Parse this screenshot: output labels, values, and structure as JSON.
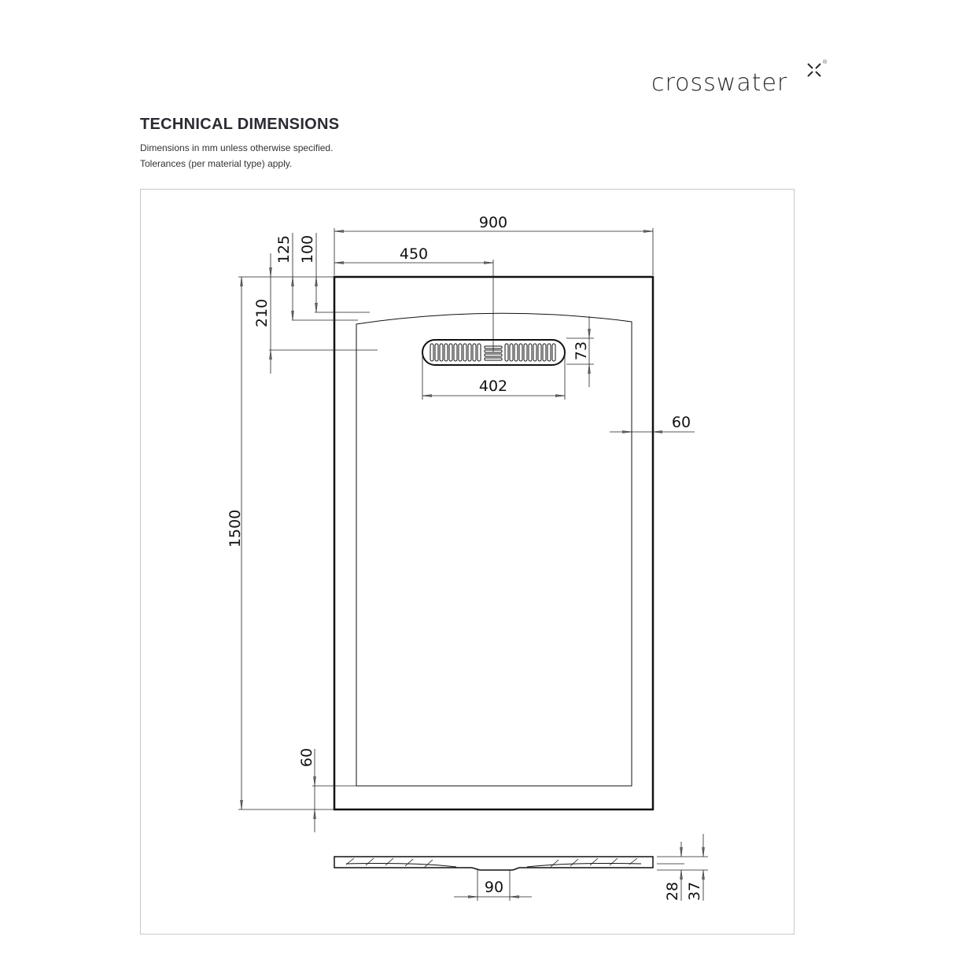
{
  "brand": {
    "logo_text": "crosswater",
    "logo_mark": "x-mark-icon",
    "registered": "®"
  },
  "header": {
    "title": "TECHNICAL DIMENSIONS",
    "note1": "Dimensions in mm unless otherwise specified.",
    "note2": "Tolerances (per material type) apply."
  },
  "drawing": {
    "plan_view": {
      "overall_width": "900",
      "waste_center_offset": "450",
      "overall_length": "1500",
      "top_offset_a": "125",
      "top_offset_b": "100",
      "top_to_waste_center": "210",
      "waste_grate_length": "402",
      "waste_grate_width": "73",
      "side_rim": "60",
      "bottom_rim": "60"
    },
    "section_view": {
      "waste_diameter": "90",
      "edge_height": "28",
      "total_height": "37"
    }
  },
  "colors": {
    "line": "#111111",
    "frame": "#c8c8c8",
    "title": "#2b2b33"
  }
}
